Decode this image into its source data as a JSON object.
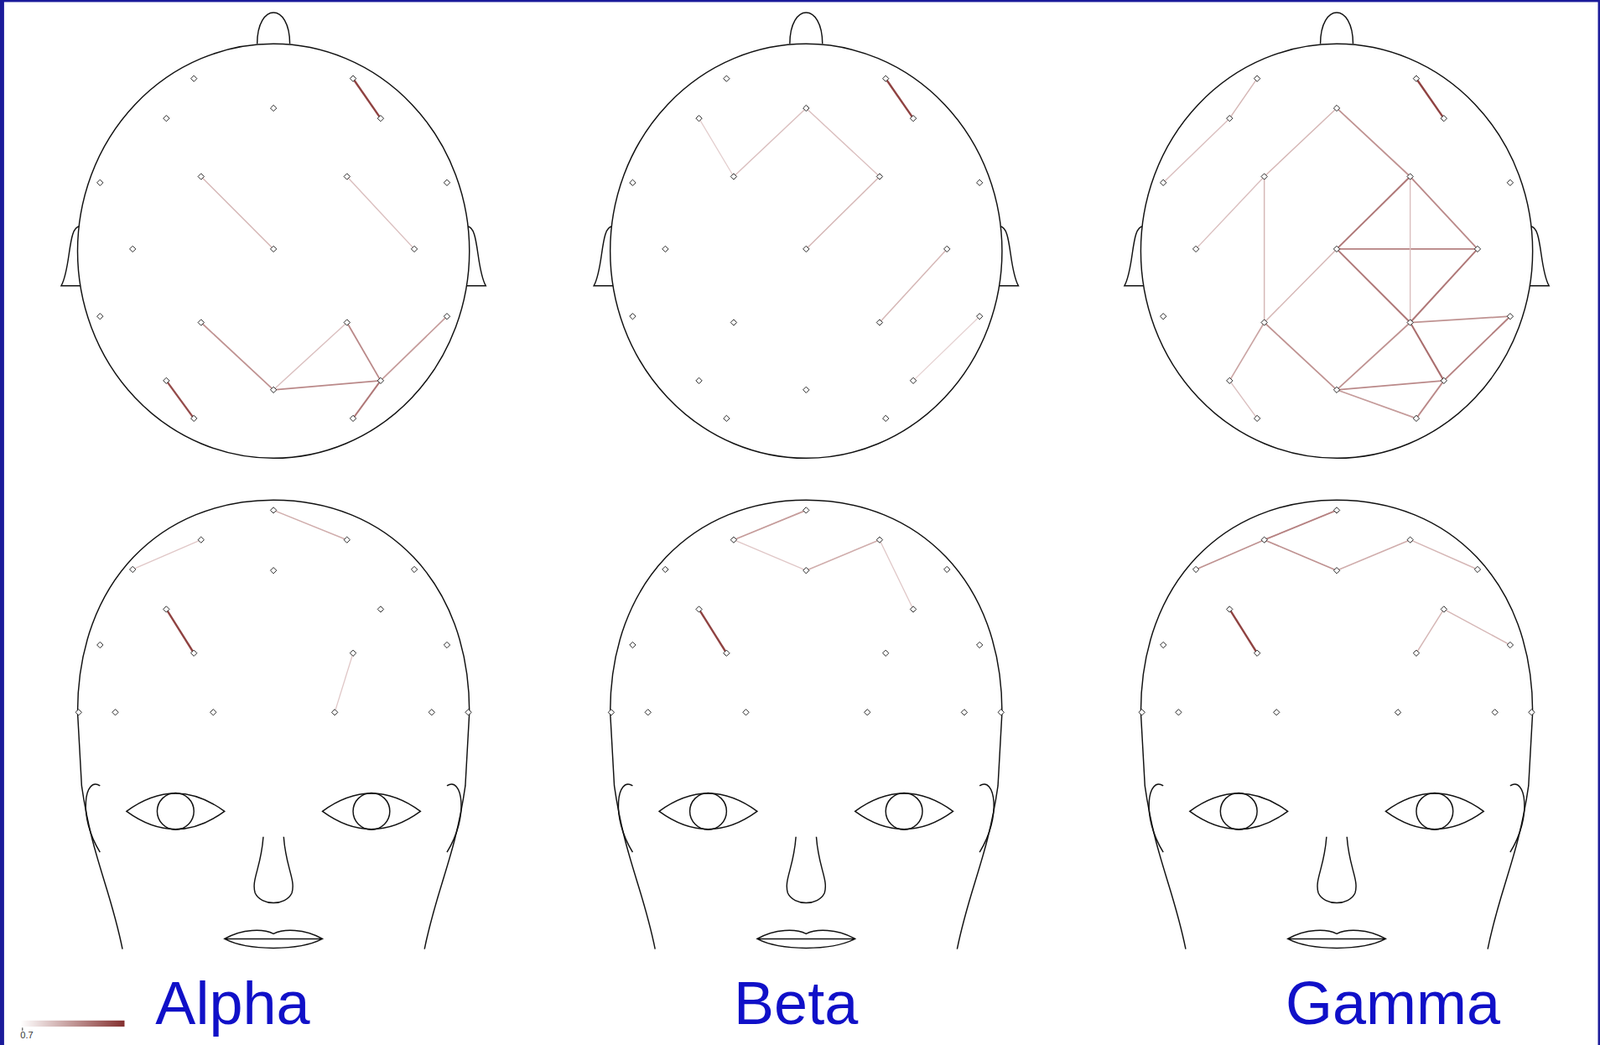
{
  "diagram": {
    "labels": [
      "Alpha",
      "Beta",
      "Gamma",
      "0.7"
    ]
  }
}
